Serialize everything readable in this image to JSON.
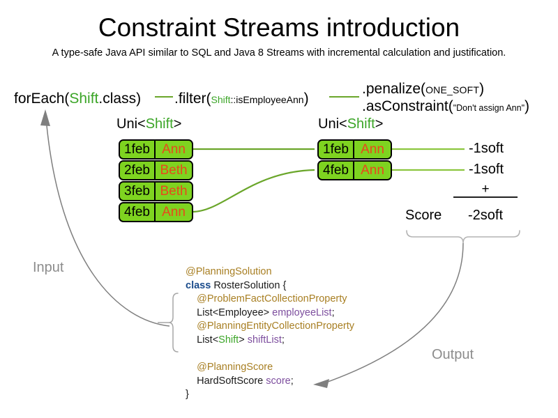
{
  "header": {
    "title": "Constraint Streams introduction",
    "subtitle": "A type-safe Java API similar to SQL and Java 8 Streams with incremental calculation and justification."
  },
  "pipeline": {
    "foreach": {
      "prefix": "forEach(",
      "type": "Shift",
      "suffix": ".class)"
    },
    "filter": {
      "prefix": ".filter(",
      "arg_type": "Shift",
      "arg_rest": "::isEmployeeAnn",
      "suffix": ")"
    },
    "penalize": {
      "prefix": ".penalize(",
      "arg": "ONE_SOFT",
      "suffix": ")"
    },
    "as_constraint": {
      "prefix": ".asConstraint(",
      "arg": "\"Don't assign Ann\"",
      "suffix": ")"
    }
  },
  "streams": {
    "left": {
      "label_prefix": "Uni<",
      "label_type": "Shift",
      "label_suffix": ">",
      "rows": [
        {
          "date": "1feb",
          "employee": "Ann"
        },
        {
          "date": "2feb",
          "employee": "Beth"
        },
        {
          "date": "3feb",
          "employee": "Beth"
        },
        {
          "date": "4feb",
          "employee": "Ann"
        }
      ]
    },
    "right": {
      "label_prefix": "Uni<",
      "label_type": "Shift",
      "label_suffix": ">",
      "rows": [
        {
          "date": "1feb",
          "employee": "Ann"
        },
        {
          "date": "4feb",
          "employee": "Ann"
        }
      ]
    }
  },
  "penalties": [
    {
      "value": "-1soft"
    },
    {
      "value": "-1soft"
    }
  ],
  "score": {
    "operator": "+",
    "label": "Score",
    "total": "-2soft"
  },
  "flow": {
    "input_caption": "Input",
    "output_caption": "Output"
  },
  "code": {
    "lines": [
      {
        "indent": 0,
        "parts": [
          {
            "t": "@PlanningSolution",
            "c": "ann"
          }
        ]
      },
      {
        "indent": 0,
        "parts": [
          {
            "t": "class",
            "c": "kw"
          },
          {
            "t": " RosterSolution {",
            "c": ""
          }
        ]
      },
      {
        "indent": 1,
        "parts": [
          {
            "t": "@ProblemFactCollectionProperty",
            "c": "ann"
          }
        ]
      },
      {
        "indent": 1,
        "parts": [
          {
            "t": "List<Employee> ",
            "c": ""
          },
          {
            "t": "employeeList",
            "c": "fld"
          },
          {
            "t": ";",
            "c": ""
          }
        ]
      },
      {
        "indent": 1,
        "parts": [
          {
            "t": "@PlanningEntityCollectionProperty",
            "c": "ann"
          }
        ]
      },
      {
        "indent": 1,
        "parts": [
          {
            "t": "List<",
            "c": ""
          },
          {
            "t": "Shift",
            "c": "gtype"
          },
          {
            "t": "> ",
            "c": ""
          },
          {
            "t": "shiftList",
            "c": "fld"
          },
          {
            "t": ";",
            "c": ""
          }
        ]
      },
      {
        "indent": 0,
        "parts": []
      },
      {
        "indent": 1,
        "parts": [
          {
            "t": "@PlanningScore",
            "c": "ann"
          }
        ]
      },
      {
        "indent": 1,
        "parts": [
          {
            "t": "HardSoftScore ",
            "c": ""
          },
          {
            "t": "score",
            "c": "fld"
          },
          {
            "t": ";",
            "c": ""
          }
        ]
      },
      {
        "indent": 0,
        "parts": [
          {
            "t": "}",
            "c": ""
          }
        ]
      }
    ]
  },
  "colors": {
    "box_fill": "#7ed320",
    "box_border": "#000000",
    "employee_text": "#e8491c",
    "stream_line": "#6aa62a",
    "generic_type": "#3ba527",
    "annotation": "#a87f23",
    "keyword": "#1b4c8c",
    "field": "#7d4e9e",
    "flow_arrow": "#8c8c8c",
    "background": "#ffffff"
  },
  "icons": {
    "input_arrow": "curved-arrow-up-icon",
    "output_arrow": "curved-arrow-left-icon",
    "brace_left": "curly-brace-icon",
    "brace_bottom": "curly-brace-icon"
  }
}
